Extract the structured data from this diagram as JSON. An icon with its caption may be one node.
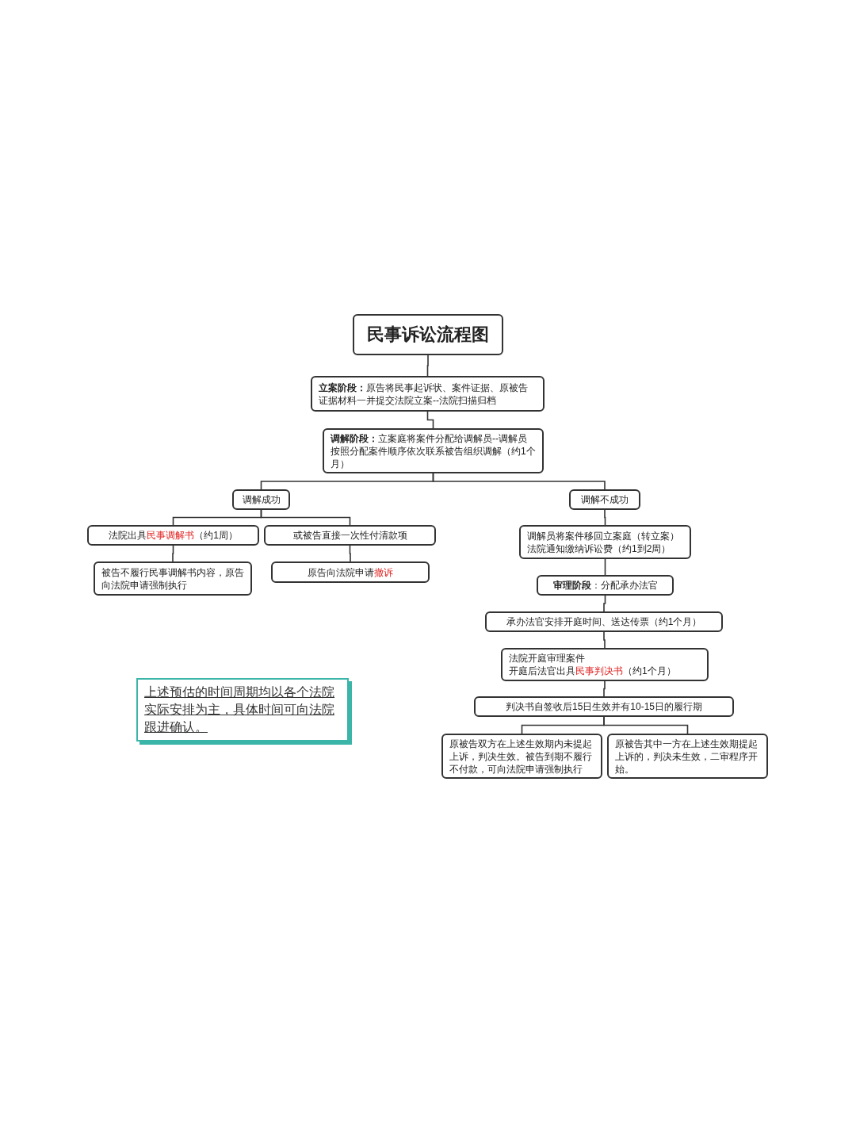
{
  "diagram": {
    "nodes": [
      {
        "text": [
          "民事诉讼流程图"
        ]
      },
      {
        "text": [
          "**立案阶段：**原告将民事起诉状、案件证据、原被告证据材料一并提交法院立案--法院扫描归档"
        ]
      },
      {
        "text": [
          "**调解阶段：**立案庭将案件分配给调解员--调解员按照分配案件顺序依次联系被告组织调解（约1个月）"
        ]
      },
      {
        "text": [
          "调解成功"
        ]
      },
      {
        "text": [
          "调解不成功"
        ]
      },
      {
        "text": [
          "法院出具**民事调解书**（约1周）"
        ]
      },
      {
        "text": [
          "或被告直接一次性付清款项"
        ]
      },
      {
        "text": [
          "被告不履行民事调解书内容，原告向法院申请强制执行"
        ]
      },
      {
        "text": [
          "原告向法院申请**撤诉**"
        ]
      },
      {
        "text": [
          "调解员将案件移回立案庭（转立案）",
          "法院通知缴纳诉讼费（约1到2周）"
        ]
      },
      {
        "text": [
          "**审理阶段**：分配承办法官"
        ]
      },
      {
        "text": [
          "承办法官安排开庭时间、送达传票（约1个月）"
        ]
      },
      {
        "text": [
          "法院开庭审理案件",
          "开庭后法官出具**民事判决书**（约1个月）"
        ]
      },
      {
        "text": [
          "判决书自签收后15日生效并有10-15日的履行期"
        ]
      },
      {
        "text": [
          "原被告双方在上述生效期内未提起上诉，判决生效。被告到期不履行不付款，可向法院申请强制执行"
        ]
      },
      {
        "text": [
          "原被告其中一方在上述生效期提起上诉的，判决未生效，二审程序开始。"
        ]
      },
      {
        "text": [
          "上述预估的时间周期均以各个法院实际安排为主，具体时间可向法院跟进确认。"
        ]
      }
    ],
    "edges": [
      {
        "from": 0,
        "to": 1,
        "arrow": "none"
      },
      {
        "from": 1,
        "to": 2,
        "arrow": "none"
      },
      {
        "from": 2,
        "to": 3,
        "arrow": "none"
      },
      {
        "from": 2,
        "to": 4,
        "arrow": "none"
      },
      {
        "from": 3,
        "to": 5,
        "arrow": "none"
      },
      {
        "from": 3,
        "to": 6,
        "arrow": "none"
      },
      {
        "from": 5,
        "to": 7,
        "arrow": "none"
      },
      {
        "from": 6,
        "to": 8,
        "arrow": "none"
      },
      {
        "from": 4,
        "to": 9,
        "arrow": "none"
      },
      {
        "from": 9,
        "to": 10,
        "arrow": "none"
      },
      {
        "from": 10,
        "to": 11,
        "arrow": "none"
      },
      {
        "from": 11,
        "to": 12,
        "arrow": "none"
      },
      {
        "from": 12,
        "to": 13,
        "arrow": "none"
      },
      {
        "from": 13,
        "to": 14,
        "arrow": "none"
      },
      {
        "from": 13,
        "to": 15,
        "arrow": "none"
      }
    ]
  }
}
